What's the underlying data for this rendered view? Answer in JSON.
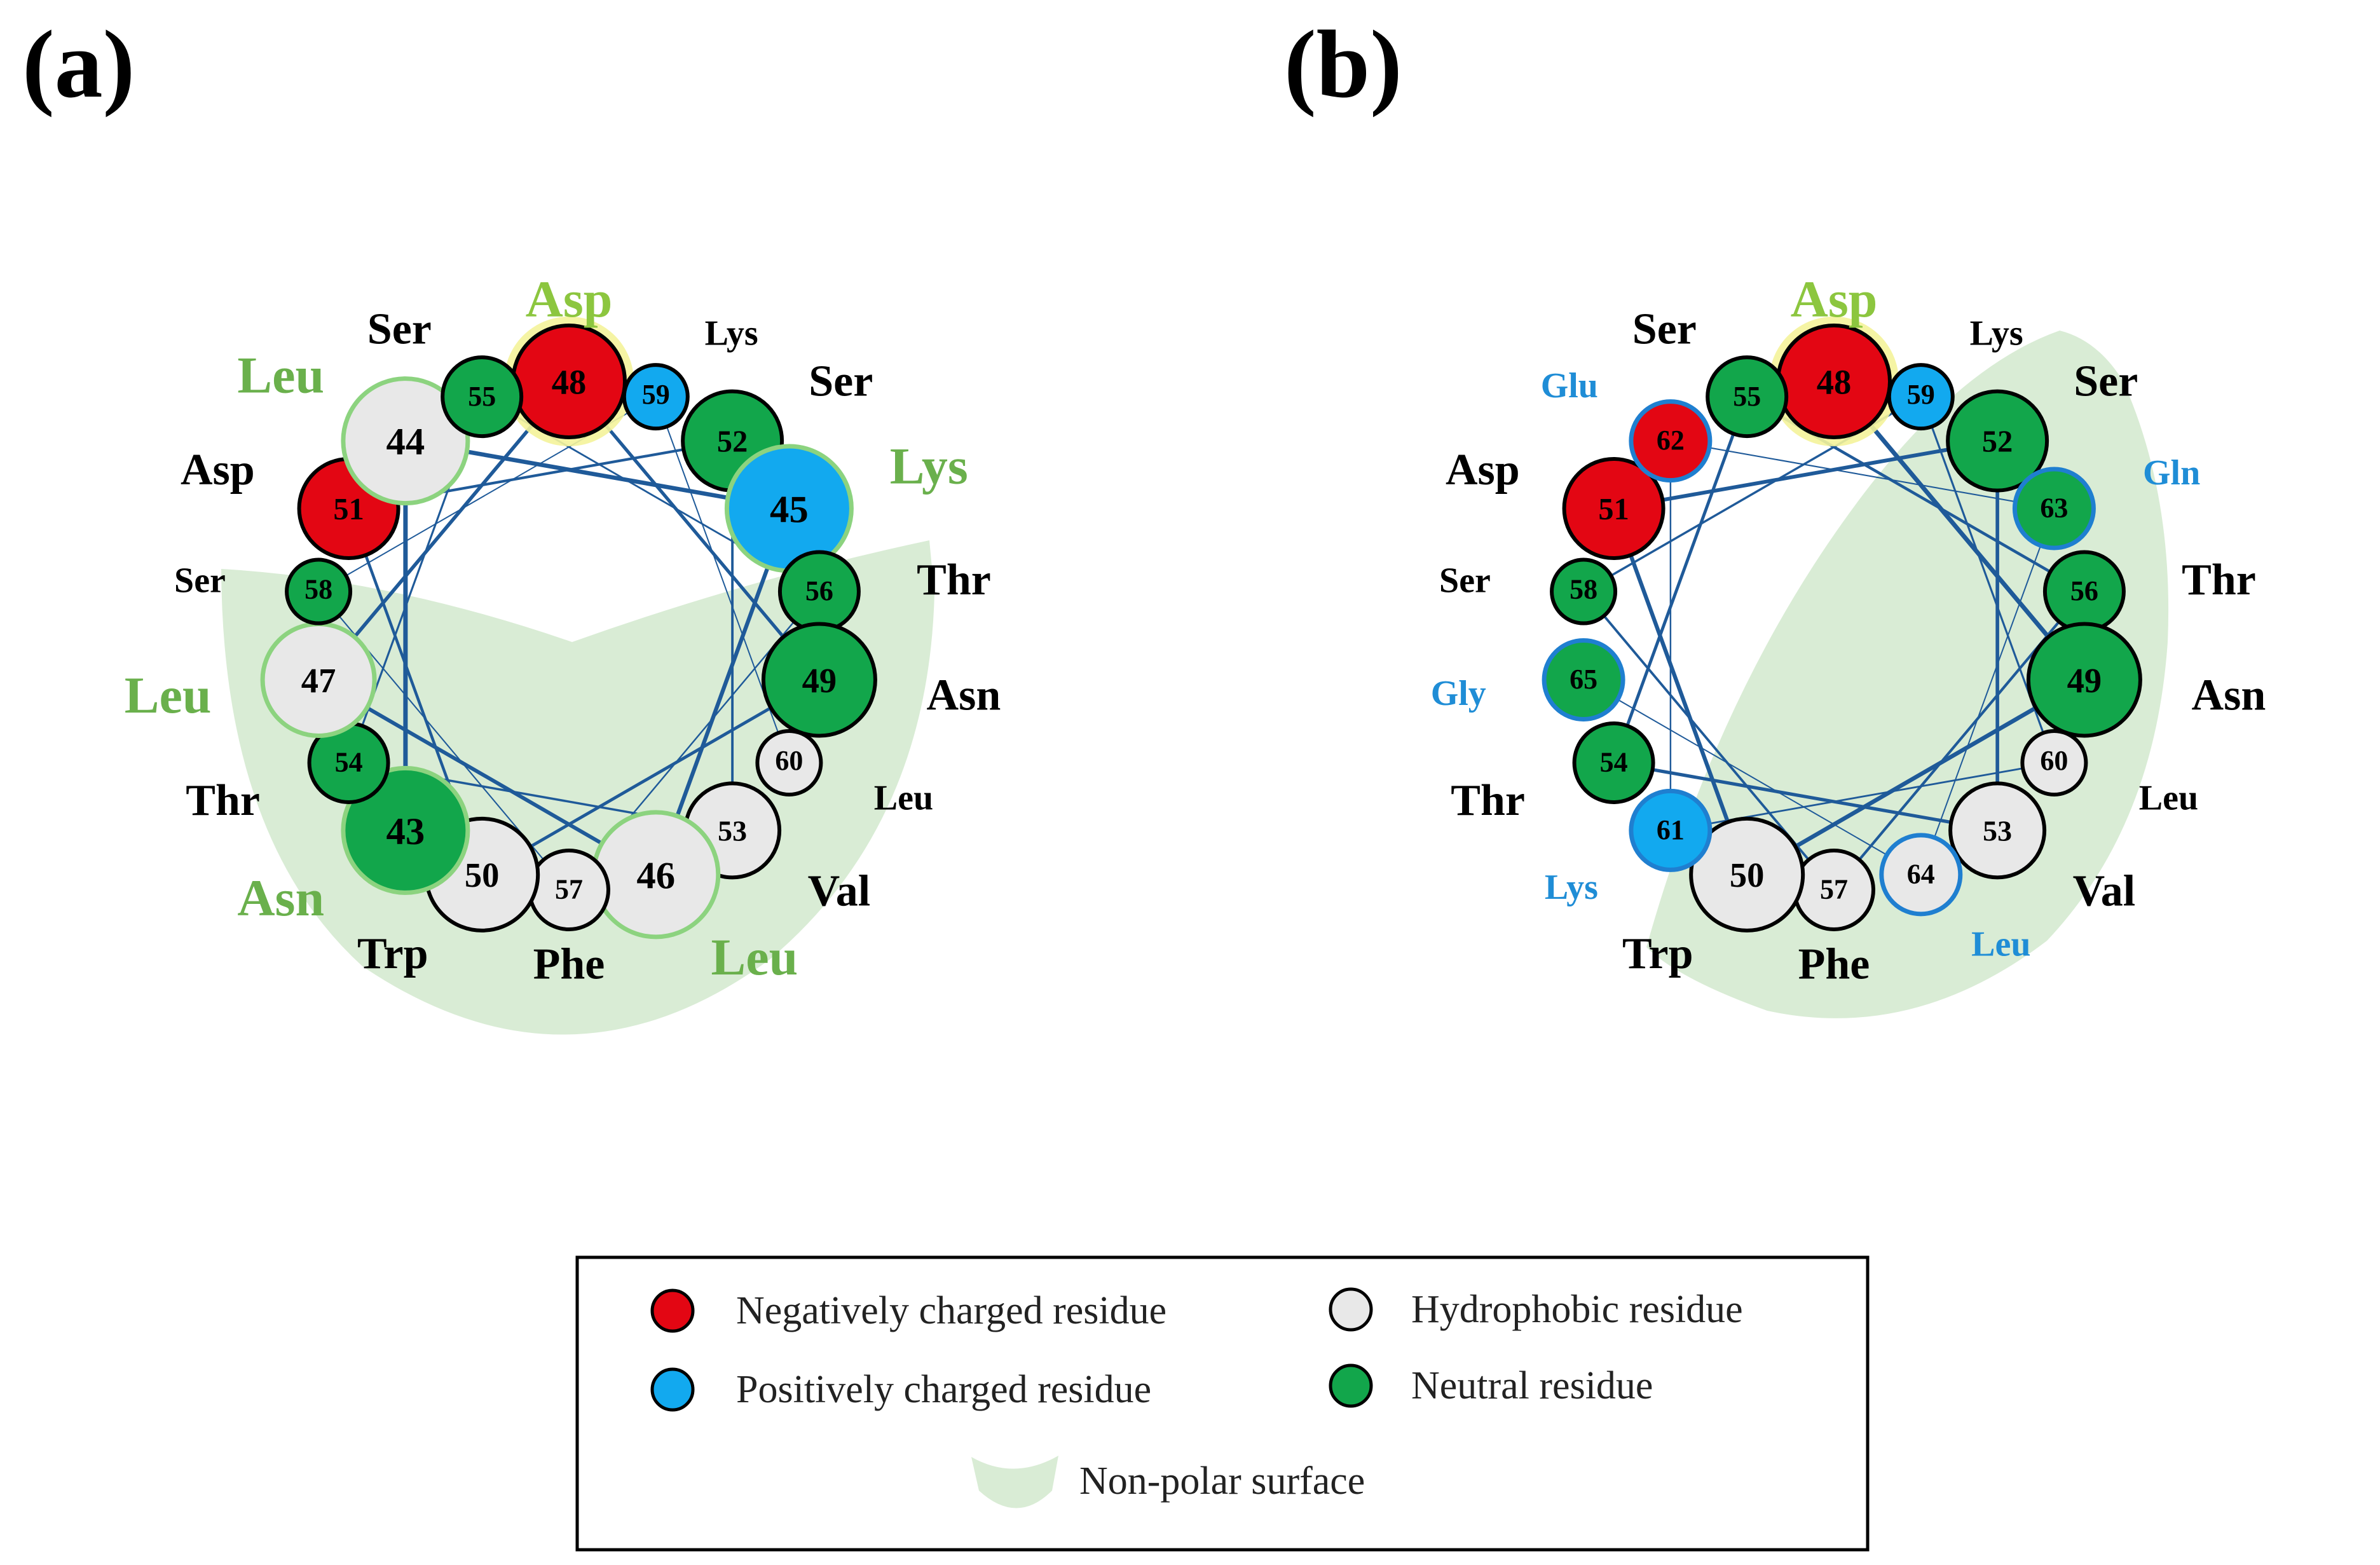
{
  "panels": [
    {
      "id": "a",
      "label": "(a)",
      "residues": [
        {
          "num": "48",
          "name": "Asp",
          "type": "negative",
          "name_color": "#8cc63f",
          "name_size": "big",
          "glow": true
        },
        {
          "num": "59",
          "name": "Lys",
          "type": "positive",
          "name_color": "#000000",
          "name_size": "small"
        },
        {
          "num": "52",
          "name": "Ser",
          "type": "neutral",
          "name_color": "#000000",
          "name_size": "mid"
        },
        {
          "num": "45",
          "name": "Lys",
          "type": "positive",
          "name_color": "#6ab04c",
          "name_size": "big",
          "outline": "#8cd37f"
        },
        {
          "num": "56",
          "name": "Thr",
          "type": "neutral",
          "name_color": "#000000",
          "name_size": "mid"
        },
        {
          "num": "49",
          "name": "Asn",
          "type": "neutral",
          "name_color": "#000000",
          "name_size": "mid"
        },
        {
          "num": "60",
          "name": "Leu",
          "type": "hydrophobic",
          "name_color": "#000000",
          "name_size": "small"
        },
        {
          "num": "53",
          "name": "Val",
          "type": "hydrophobic",
          "name_color": "#000000",
          "name_size": "mid"
        },
        {
          "num": "46",
          "name": "Leu",
          "type": "hydrophobic",
          "name_color": "#6ab04c",
          "name_size": "big",
          "outline": "#8cd37f"
        },
        {
          "num": "57",
          "name": "Phe",
          "type": "hydrophobic",
          "name_color": "#000000",
          "name_size": "mid"
        },
        {
          "num": "50",
          "name": "Trp",
          "type": "hydrophobic",
          "name_color": "#000000",
          "name_size": "mid"
        },
        {
          "num": "43",
          "name": "Asn",
          "type": "neutral",
          "name_color": "#6ab04c",
          "name_size": "big",
          "outline": "#8cd37f"
        },
        {
          "num": "54",
          "name": "Thr",
          "type": "neutral",
          "name_color": "#000000",
          "name_size": "mid"
        },
        {
          "num": "47",
          "name": "Leu",
          "type": "hydrophobic",
          "name_color": "#6ab04c",
          "name_size": "big",
          "outline": "#8cd37f"
        },
        {
          "num": "58",
          "name": "Ser",
          "type": "neutral",
          "name_color": "#000000",
          "name_size": "small"
        },
        {
          "num": "51",
          "name": "Asp",
          "type": "negative",
          "name_color": "#000000",
          "name_size": "mid"
        },
        {
          "num": "44",
          "name": "Leu",
          "type": "hydrophobic",
          "name_color": "#6ab04c",
          "name_size": "big",
          "outline": "#8cd37f"
        },
        {
          "num": "55",
          "name": "Ser",
          "type": "neutral",
          "name_color": "#000000",
          "name_size": "mid"
        }
      ]
    },
    {
      "id": "b",
      "label": "(b)",
      "residues": [
        {
          "num": "48",
          "name": "Asp",
          "type": "negative",
          "name_color": "#8cc63f",
          "name_size": "big",
          "glow": true
        },
        {
          "num": "59",
          "name": "Lys",
          "type": "positive",
          "name_color": "#000000",
          "name_size": "small"
        },
        {
          "num": "52",
          "name": "Ser",
          "type": "neutral",
          "name_color": "#000000",
          "name_size": "mid"
        },
        {
          "num": "63",
          "name": "Gln",
          "type": "neutral",
          "name_color": "#1f8dd6",
          "name_size": "small",
          "outline": "#1f7fd0"
        },
        {
          "num": "56",
          "name": "Thr",
          "type": "neutral",
          "name_color": "#000000",
          "name_size": "mid"
        },
        {
          "num": "49",
          "name": "Asn",
          "type": "neutral",
          "name_color": "#000000",
          "name_size": "mid"
        },
        {
          "num": "60",
          "name": "Leu",
          "type": "hydrophobic",
          "name_color": "#000000",
          "name_size": "small"
        },
        {
          "num": "53",
          "name": "Val",
          "type": "hydrophobic",
          "name_color": "#000000",
          "name_size": "mid"
        },
        {
          "num": "64",
          "name": "Leu",
          "type": "hydrophobic",
          "name_color": "#1f8dd6",
          "name_size": "small",
          "outline": "#1f7fd0"
        },
        {
          "num": "57",
          "name": "Phe",
          "type": "hydrophobic",
          "name_color": "#000000",
          "name_size": "mid"
        },
        {
          "num": "50",
          "name": "Trp",
          "type": "hydrophobic",
          "name_color": "#000000",
          "name_size": "mid"
        },
        {
          "num": "61",
          "name": "Lys",
          "type": "positive",
          "name_color": "#1f8dd6",
          "name_size": "small",
          "outline": "#1f7fd0"
        },
        {
          "num": "54",
          "name": "Thr",
          "type": "neutral",
          "name_color": "#000000",
          "name_size": "mid"
        },
        {
          "num": "65",
          "name": "Gly",
          "type": "neutral",
          "name_color": "#1f8dd6",
          "name_size": "small",
          "outline": "#1f7fd0"
        },
        {
          "num": "58",
          "name": "Ser",
          "type": "neutral",
          "name_color": "#000000",
          "name_size": "small"
        },
        {
          "num": "51",
          "name": "Asp",
          "type": "negative",
          "name_color": "#000000",
          "name_size": "mid"
        },
        {
          "num": "62",
          "name": "Glu",
          "type": "negative",
          "name_color": "#1f8dd6",
          "name_size": "small",
          "outline": "#1f7fd0"
        },
        {
          "num": "55",
          "name": "Ser",
          "type": "neutral",
          "name_color": "#000000",
          "name_size": "mid"
        }
      ]
    }
  ],
  "colors": {
    "negative": "#e30613",
    "positive": "#12a9ef",
    "neutral": "#12a64b",
    "hydrophobic": "#e8e8e8",
    "helix_line": "#1f5a99",
    "nonpolar_surface": "#d9ecd5",
    "glow": "#f4f39a"
  },
  "legend": {
    "items": [
      {
        "key": "negative",
        "label": "Negatively charged residue"
      },
      {
        "key": "hydrophobic",
        "label": "Hydrophobic residue"
      },
      {
        "key": "positive",
        "label": "Positively charged residue"
      },
      {
        "key": "neutral",
        "label": "Neutral residue"
      }
    ],
    "surface_label": "Non-polar surface"
  }
}
